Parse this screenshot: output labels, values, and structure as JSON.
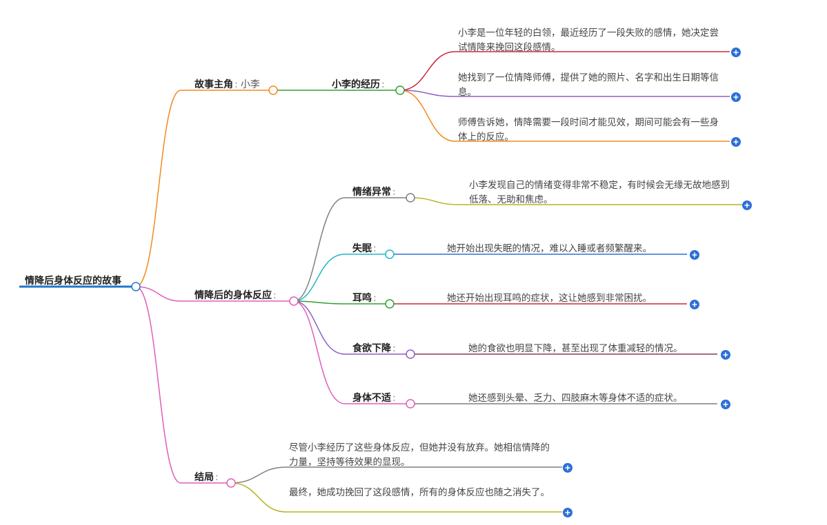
{
  "root": {
    "label": "情降后身体反应的故事"
  },
  "colors": {
    "root": "#1f77c9",
    "orange": "#f28a1c",
    "pink": "#e05db6",
    "green": "#2ea12e",
    "red": "#c9283c",
    "purple": "#8e5cc6",
    "grey": "#7f7f7f",
    "olive": "#b7b320",
    "cyan": "#1fb5c9",
    "blue": "#2d6fd8",
    "dark_red": "#8a3a4a"
  },
  "branches": {
    "protagonist": {
      "label": "故事主角",
      "value": "小李",
      "child": {
        "label": "小李的经历",
        "leaves": [
          "小李是一位年轻的白领，最近经历了一段失败的感情，她决定尝试情降来挽回这段感情。",
          "她找到了一位情降师傅，提供了她的照片、名字和出生日期等信息。",
          "师傅告诉她，情降需要一段时间才能见效，期间可能会有一些身体上的反应。"
        ]
      }
    },
    "reactions": {
      "label": "情降后的身体反应",
      "items": [
        {
          "label": "情绪异常",
          "text": "小李发现自己的情绪变得非常不稳定，有时候会无缘无故地感到低落、无助和焦虑。"
        },
        {
          "label": "失眠",
          "text": "她开始出现失眠的情况，难以入睡或者频繁醒来。"
        },
        {
          "label": "耳鸣",
          "text": "她还开始出现耳鸣的症状，这让她感到非常困扰。"
        },
        {
          "label": "食欲下降",
          "text": "她的食欲也明显下降，甚至出现了体重减轻的情况。"
        },
        {
          "label": "身体不适",
          "text": "她还感到头晕、乏力、四肢麻木等身体不适的症状。"
        }
      ]
    },
    "ending": {
      "label": "结局",
      "leaves": [
        "尽管小李经历了这些身体反应，但她并没有放弃。她相信情降的力量，坚持等待效果的显现。",
        "最终，她成功挽回了这段感情，所有的身体反应也随之消失了。"
      ]
    }
  }
}
